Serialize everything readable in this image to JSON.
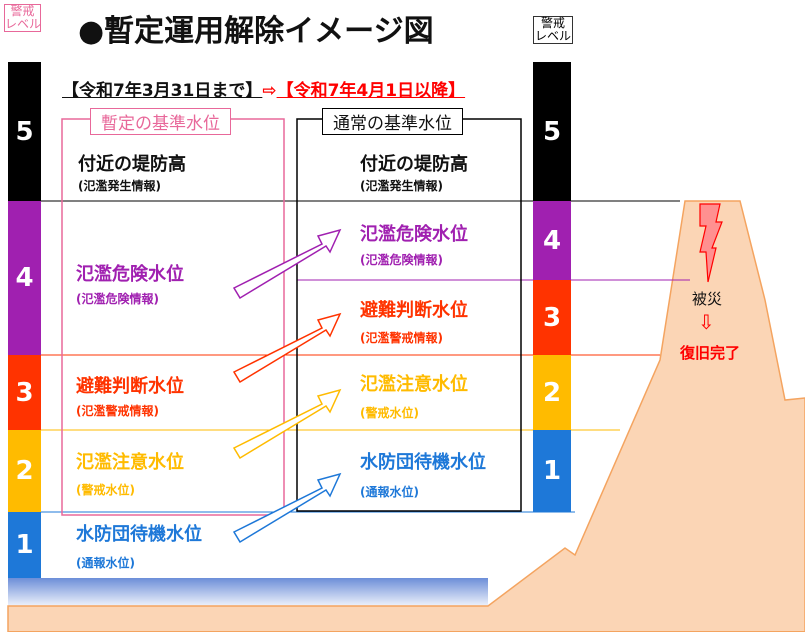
{
  "header": {
    "level_tag_left": "警戒\nレベル",
    "title": "●暫定運用解除イメージ図",
    "level_tag_right": "警戒\nレベル"
  },
  "period": {
    "before": "【令和7年3月31日まで】",
    "arrow": "⇨",
    "after": "【令和7年4月1日以降】"
  },
  "left_column": {
    "caption": "暫定の基準水位",
    "items": [
      {
        "level": "5",
        "name": "付近の堤防高",
        "sub": "(氾濫発生情報)"
      },
      {
        "level": "4",
        "name": "氾濫危険水位",
        "sub": "(氾濫危険情報)"
      },
      {
        "level": "3",
        "name": "避難判断水位",
        "sub": "(氾濫警戒情報)"
      },
      {
        "level": "2",
        "name": "氾濫注意水位",
        "sub": "(警戒水位)"
      },
      {
        "level": "1",
        "name": "水防団待機水位",
        "sub": "(通報水位)"
      }
    ]
  },
  "right_column": {
    "caption": "通常の基準水位",
    "items": [
      {
        "level": "5",
        "name": "付近の堤防高",
        "sub": "(氾濫発生情報)"
      },
      {
        "level": "4",
        "name": "氾濫危険水位",
        "sub": "(氾濫危険情報)"
      },
      {
        "level": "3",
        "name": "避難判断水位",
        "sub": "(氾濫警戒情報)"
      },
      {
        "level": "2",
        "name": "氾濫注意水位",
        "sub": "(警戒水位)"
      },
      {
        "level": "1",
        "name": "水防団待機水位",
        "sub": "(通報水位)"
      }
    ]
  },
  "levee": {
    "damage_label": "被災",
    "arrow": "⇩",
    "restore_label": "復旧完了"
  },
  "colors": {
    "level5": "#000000",
    "level4": "#a020b0",
    "level3": "#ff3300",
    "level2": "#ffbb00",
    "level1": "#1e78d8",
    "pink": "#e8689a",
    "red": "#ff0000",
    "levee": "#fbd5b5",
    "levee_line": "#f4a460"
  }
}
